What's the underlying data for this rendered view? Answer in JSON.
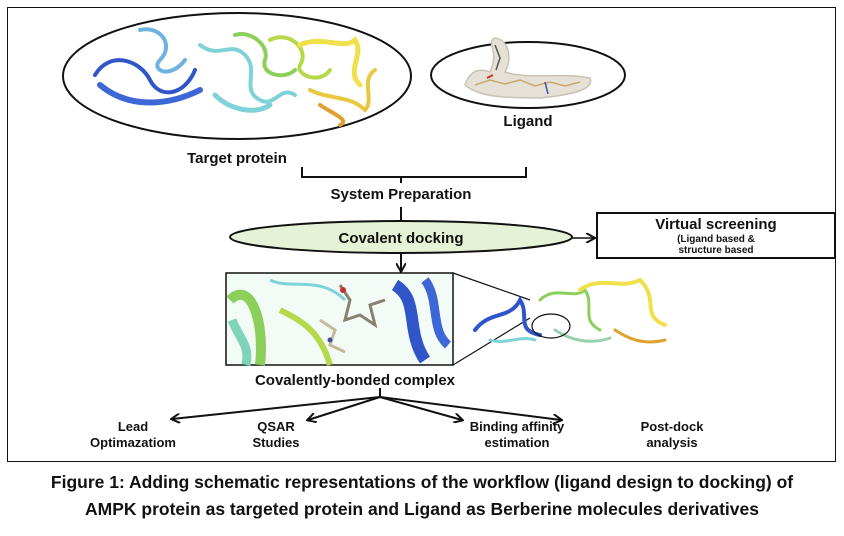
{
  "figure": {
    "nodes": {
      "target_protein": "Target protein",
      "ligand": "Ligand",
      "system_preparation": "System Preparation",
      "covalent_docking": "Covalent docking",
      "virtual_screening": {
        "title": "Virtual screening",
        "line1": "(Ligand based &",
        "line2": "structure based"
      },
      "complex": "Covalently-bonded complex"
    },
    "outcomes": [
      {
        "line1": "Lead",
        "line2": "Optimazatiom"
      },
      {
        "line1": "QSAR",
        "line2": "Studies"
      },
      {
        "line1": "Binding affinity",
        "line2": "estimation"
      },
      {
        "line1": "Post-dock",
        "line2": "analysis"
      }
    ],
    "colors": {
      "docking_fill": "#e6f2d6",
      "protein_blue": "#2f55c8",
      "protein_cyan": "#7fd3d8",
      "protein_green": "#8ccf5a",
      "protein_yellow": "#f0e04a",
      "protein_orange": "#e0a030"
    }
  },
  "caption": {
    "line1": "Figure 1: Adding schematic representations of the workflow (ligand design to docking) of",
    "line2": "AMPK protein as targeted protein and Ligand as Berberine molecules derivatives"
  }
}
